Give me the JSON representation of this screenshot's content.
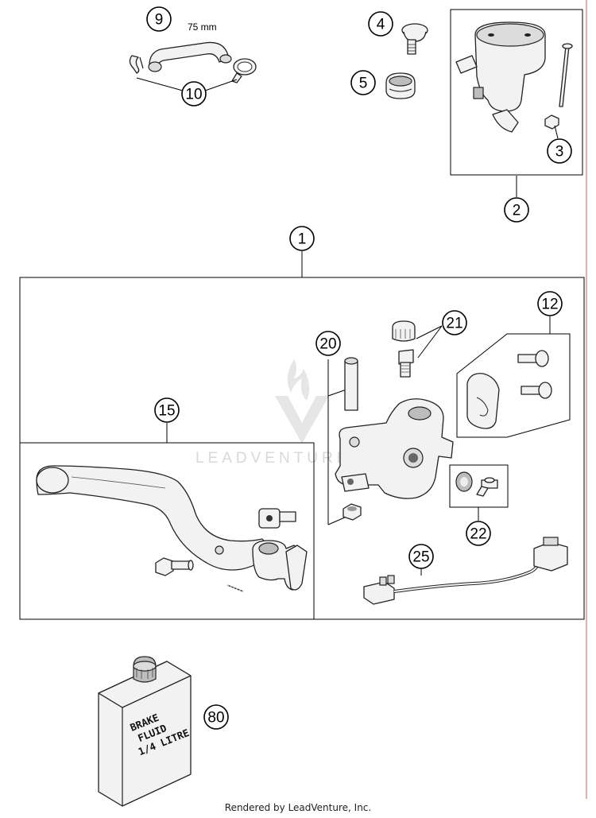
{
  "diagram": {
    "dimension_label": "75 mm",
    "watermark": "LEADVENTURE",
    "bottle_label": [
      "BRAKE",
      "FLUID",
      "1/4 LITRE"
    ],
    "footer": "Rendered by LeadVenture, Inc.",
    "accent_line_color": "#e05a5a",
    "callouts": [
      {
        "id": "c9",
        "label": "9"
      },
      {
        "id": "c10",
        "label": "10"
      },
      {
        "id": "c4",
        "label": "4"
      },
      {
        "id": "c5",
        "label": "5"
      },
      {
        "id": "c3",
        "label": "3"
      },
      {
        "id": "c2",
        "label": "2"
      },
      {
        "id": "c1",
        "label": "1"
      },
      {
        "id": "c12",
        "label": "12"
      },
      {
        "id": "c21",
        "label": "21"
      },
      {
        "id": "c20",
        "label": "20"
      },
      {
        "id": "c15",
        "label": "15"
      },
      {
        "id": "c22",
        "label": "22"
      },
      {
        "id": "c25",
        "label": "25"
      },
      {
        "id": "c80",
        "label": "80"
      }
    ]
  }
}
